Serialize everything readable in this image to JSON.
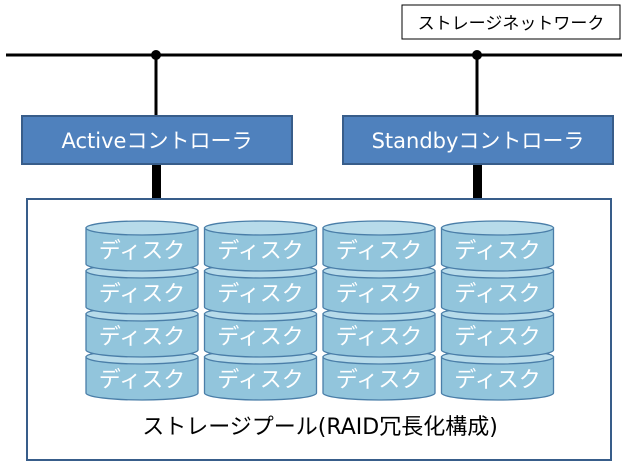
{
  "network": {
    "label": "ストレージネットワーク"
  },
  "controllers": [
    {
      "label": "Activeコントローラ"
    },
    {
      "label": "Standbyコントローラ"
    }
  ],
  "disk_label": "ディスク",
  "disk_columns": 4,
  "disk_rows": 4,
  "pool": {
    "label": "ストレージプール(RAID冗長化構成)"
  },
  "colors": {
    "controller_fill": "#4f81bd",
    "controller_border": "#385d8a",
    "disk_fill": "#92c5dc",
    "disk_top": "#b7dbea",
    "disk_border": "#4a7ea8",
    "pool_border": "#385d8a",
    "line": "#000000"
  }
}
